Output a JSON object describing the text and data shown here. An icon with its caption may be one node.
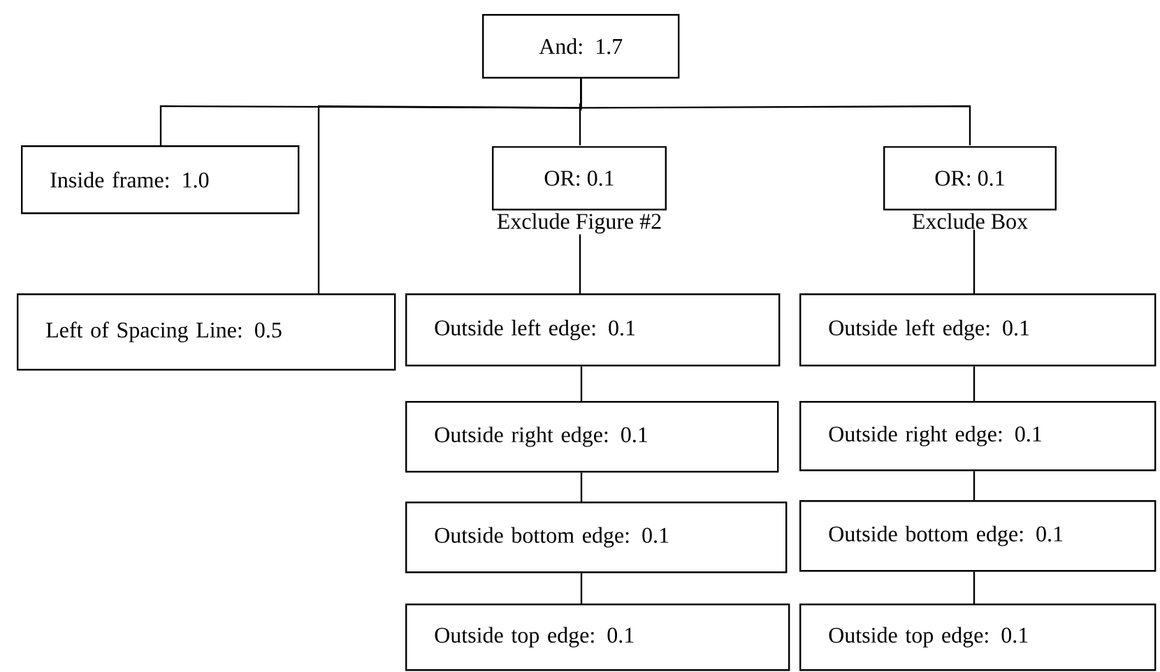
{
  "diagram": {
    "nodes": [
      {
        "text": [
          "And: 1.7"
        ]
      },
      {
        "text": [
          "Inside frame: 1.0"
        ]
      },
      {
        "text": [
          "Left of Spacing Line: 0.5"
        ]
      },
      {
        "text": [
          "OR: 0.1",
          "Exclude Figure #2"
        ]
      },
      {
        "text": [
          "OR: 0.1",
          "Exclude Box"
        ]
      },
      {
        "text": [
          "Outside left edge: 0.1"
        ]
      },
      {
        "text": [
          "Outside right edge: 0.1"
        ]
      },
      {
        "text": [
          "Outside bottom edge: 0.1"
        ]
      },
      {
        "text": [
          "Outside top edge: 0.1"
        ]
      },
      {
        "text": [
          "Outside left edge: 0.1"
        ]
      },
      {
        "text": [
          "Outside right edge: 0.1"
        ]
      },
      {
        "text": [
          "Outside bottom edge: 0.1"
        ]
      },
      {
        "text": [
          "Outside top edge: 0.1"
        ]
      }
    ],
    "edges": [
      {
        "from": 0,
        "to": 1,
        "arrow": "none"
      },
      {
        "from": 0,
        "to": 2,
        "arrow": "none"
      },
      {
        "from": 0,
        "to": 3,
        "arrow": "none"
      },
      {
        "from": 0,
        "to": 4,
        "arrow": "none"
      },
      {
        "from": 3,
        "to": 5,
        "arrow": "none"
      },
      {
        "from": 5,
        "to": 6,
        "arrow": "none"
      },
      {
        "from": 6,
        "to": 7,
        "arrow": "none"
      },
      {
        "from": 7,
        "to": 8,
        "arrow": "none"
      },
      {
        "from": 4,
        "to": 9,
        "arrow": "none"
      },
      {
        "from": 9,
        "to": 10,
        "arrow": "none"
      },
      {
        "from": 10,
        "to": 11,
        "arrow": "none"
      },
      {
        "from": 11,
        "to": 12,
        "arrow": "none"
      }
    ]
  }
}
